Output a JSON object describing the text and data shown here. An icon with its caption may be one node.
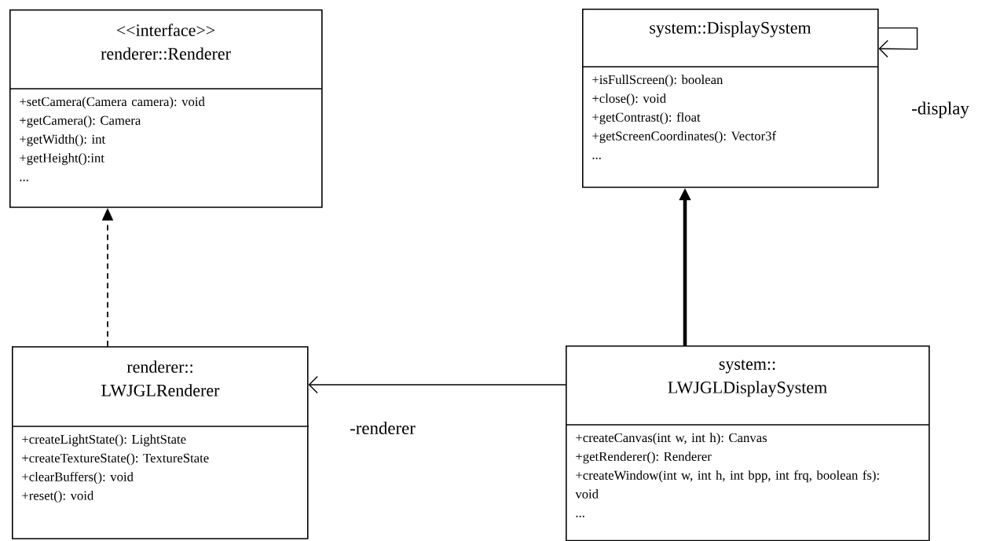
{
  "diagram": {
    "nodes": [
      {
        "text": [
          "<<interface>>",
          "renderer::Renderer",
          "+setCamera(Camera camera): void",
          "+getCamera(): Camera",
          "+getWidth(): int",
          "+getHeight():int",
          "..."
        ]
      },
      {
        "text": [
          "system::DisplaySystem",
          "+isFullScreen(): boolean",
          "+close(): void",
          "+getContrast(): float",
          "+getScreenCoordinates(): Vector3f",
          "..."
        ]
      },
      {
        "text": [
          "renderer:: LWJGLRenderer",
          "+createLightState(): LightState",
          "+createTextureState(): TextureState",
          "+clearBuffers(): void",
          "+reset(): void"
        ]
      },
      {
        "text": [
          "system:: LWJGLDisplaySystem",
          "+createCanvas(int w, int h): Canvas",
          "+getRenderer(): Renderer",
          "+createWindow(int w, int h, int bpp, int frq, boolean fs): void",
          "..."
        ]
      }
    ],
    "edges": [
      {
        "from": 2,
        "to": 0,
        "arrow": "to",
        "style": "dashed"
      },
      {
        "from": 1,
        "to": 1,
        "arrow": "to",
        "label": "-display"
      },
      {
        "from": 3,
        "to": 1,
        "arrow": "to",
        "style": "thick"
      },
      {
        "from": 3,
        "to": 2,
        "arrow": "to",
        "label": "-renderer"
      }
    ]
  }
}
